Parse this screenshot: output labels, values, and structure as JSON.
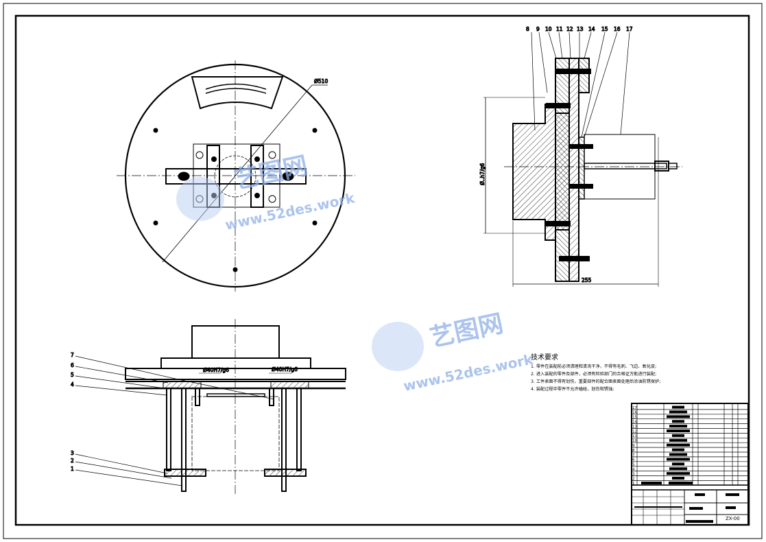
{
  "drawing": {
    "top_view": {
      "diameter_label": "Ø510"
    },
    "side_view": {
      "balloons": [
        "8",
        "9",
        "10",
        "11",
        "12",
        "13",
        "14",
        "15",
        "16",
        "17"
      ],
      "diameter_label": "Ø..h7/g6",
      "length_label": "255"
    },
    "front_view": {
      "balloons_upper": [
        "7",
        "6",
        "5",
        "4"
      ],
      "balloons_lower": [
        "3",
        "2",
        "1"
      ],
      "fit_left": "Ø40H7/g6",
      "fit_right": "Ø40H7/g6"
    },
    "tech_requirements": {
      "title": "技术要求",
      "items": [
        "1. 零件在装配前必须清理和清洗干净，不得有毛刺、飞边、氧化皮;",
        "2. 进入装配的零件及部件，必须有检验部门的合格证方能进行装配;",
        "3. 工件表面不得有划伤，重要部件的配合面表面处理后涂油防锈保护;",
        "4. 装配过程中零件不允许磕碰，划伤和锈蚀;"
      ]
    },
    "parts_list": {
      "row_numbers": [
        "17",
        "16",
        "15",
        "14",
        "13",
        "12",
        "11",
        "10",
        "9",
        "8",
        "7",
        "6",
        "5",
        "4",
        "3",
        "2",
        "1"
      ]
    },
    "title_block": {
      "drawing_number": "ZX-00"
    }
  },
  "watermark": {
    "brand": "艺图网",
    "url": "www.52des.work",
    "color": "#8fb0e8"
  }
}
